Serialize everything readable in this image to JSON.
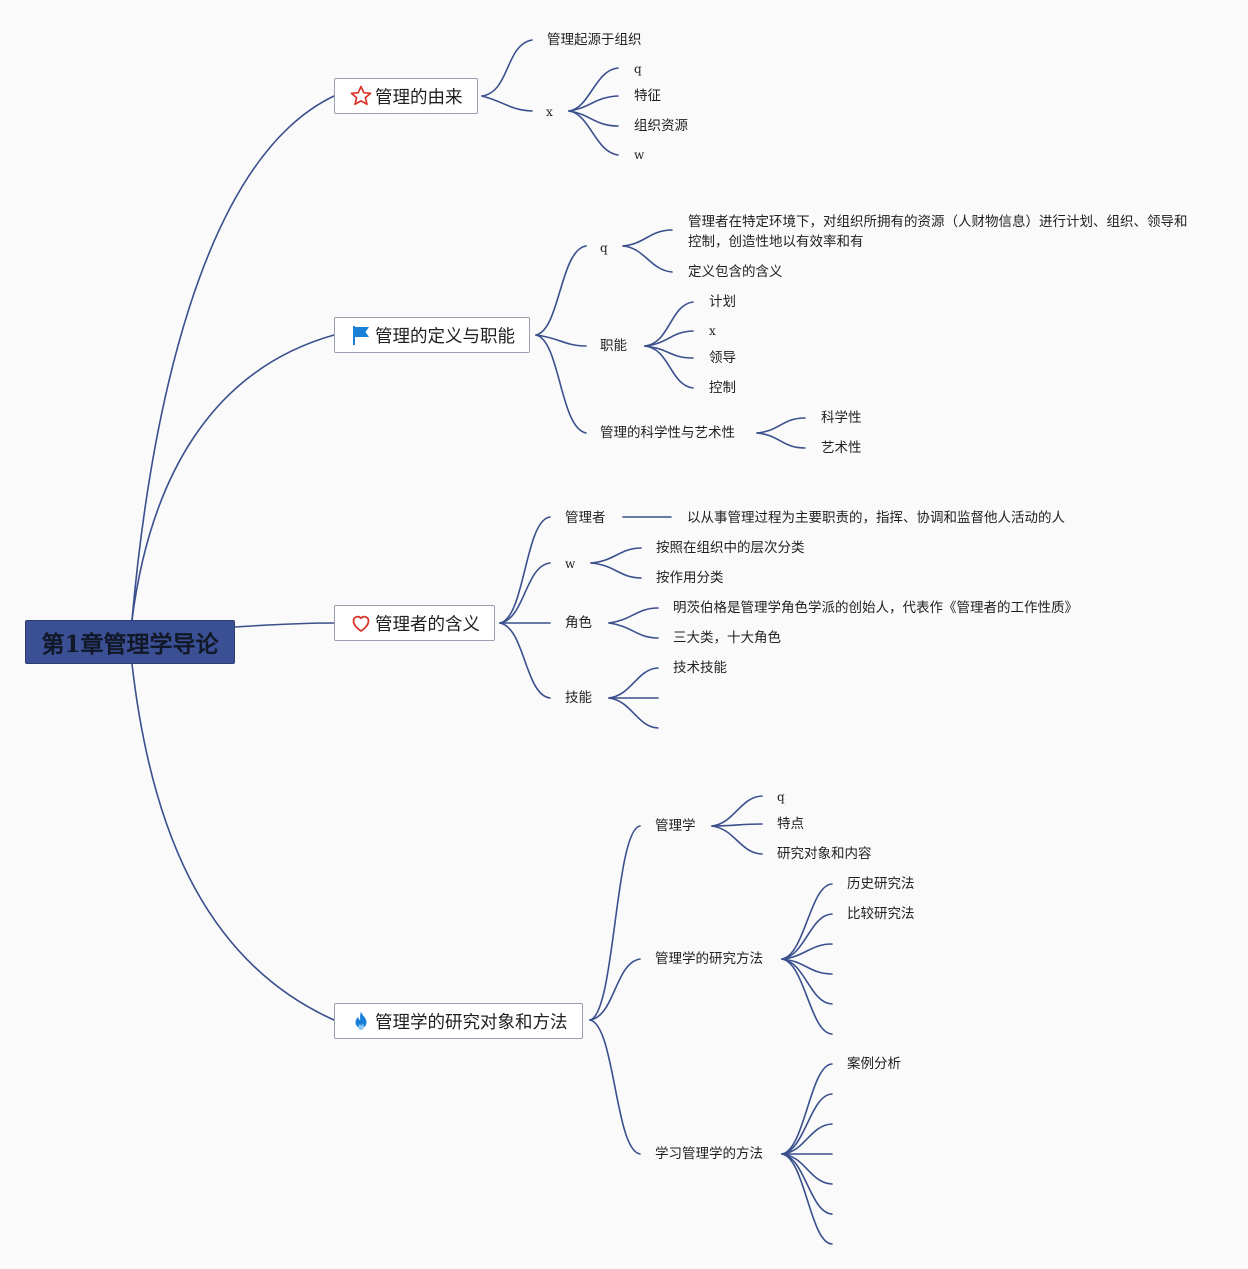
{
  "root": {
    "label": "第1章管理学导论"
  },
  "topics": [
    {
      "label": "管理的由来",
      "icon": "star-icon",
      "children": [
        {
          "label": "管理起源于组织"
        },
        {
          "label": "x",
          "children": [
            {
              "label": "q"
            },
            {
              "label": "特征"
            },
            {
              "label": "组织资源"
            },
            {
              "label": "w"
            }
          ]
        }
      ]
    },
    {
      "label": "管理的定义与职能",
      "icon": "flag-icon",
      "children": [
        {
          "label": "q",
          "children": [
            {
              "label": "管理者在特定环境下，对组织所拥有的资源（人财物信息）进行计划、组织、领导和控制，创造性地以有效率和有"
            },
            {
              "label": "定义包含的含义"
            }
          ]
        },
        {
          "label": "职能",
          "children": [
            {
              "label": "计划"
            },
            {
              "label": "x"
            },
            {
              "label": "领导"
            },
            {
              "label": "控制"
            }
          ]
        },
        {
          "label": "管理的科学性与艺术性",
          "children": [
            {
              "label": "科学性"
            },
            {
              "label": "艺术性"
            }
          ]
        }
      ]
    },
    {
      "label": "管理者的含义",
      "icon": "heart-icon",
      "children": [
        {
          "label": "管理者",
          "children": [
            {
              "label": "以从事管理过程为主要职责的，指挥、协调和监督他人活动的人"
            }
          ]
        },
        {
          "label": "w",
          "children": [
            {
              "label": "按照在组织中的层次分类"
            },
            {
              "label": "按作用分类"
            }
          ]
        },
        {
          "label": "角色",
          "children": [
            {
              "label": "明茨伯格是管理学角色学派的创始人，代表作《管理者的工作性质》"
            },
            {
              "label": "三大类，十大角色"
            }
          ]
        },
        {
          "label": "技能",
          "children": [
            {
              "label": "技术技能"
            },
            {
              "label": ""
            },
            {
              "label": ""
            }
          ]
        }
      ]
    },
    {
      "label": "管理学的研究对象和方法",
      "icon": "flame-icon",
      "children": [
        {
          "label": "管理学",
          "children": [
            {
              "label": "q"
            },
            {
              "label": "特点"
            },
            {
              "label": "研究对象和内容"
            }
          ]
        },
        {
          "label": "管理学的研究方法",
          "children": [
            {
              "label": "历史研究法"
            },
            {
              "label": "比较研究法"
            },
            {
              "label": ""
            },
            {
              "label": ""
            },
            {
              "label": ""
            },
            {
              "label": ""
            }
          ]
        },
        {
          "label": "学习管理学的方法",
          "children": [
            {
              "label": "案例分析"
            },
            {
              "label": ""
            },
            {
              "label": ""
            },
            {
              "label": ""
            },
            {
              "label": ""
            },
            {
              "label": ""
            },
            {
              "label": ""
            }
          ]
        }
      ]
    }
  ],
  "colors": {
    "root_fill": "#3b4f94",
    "line": "#3a4f8c",
    "topic_border": "#9aa0b0",
    "background": "#fafafb"
  }
}
